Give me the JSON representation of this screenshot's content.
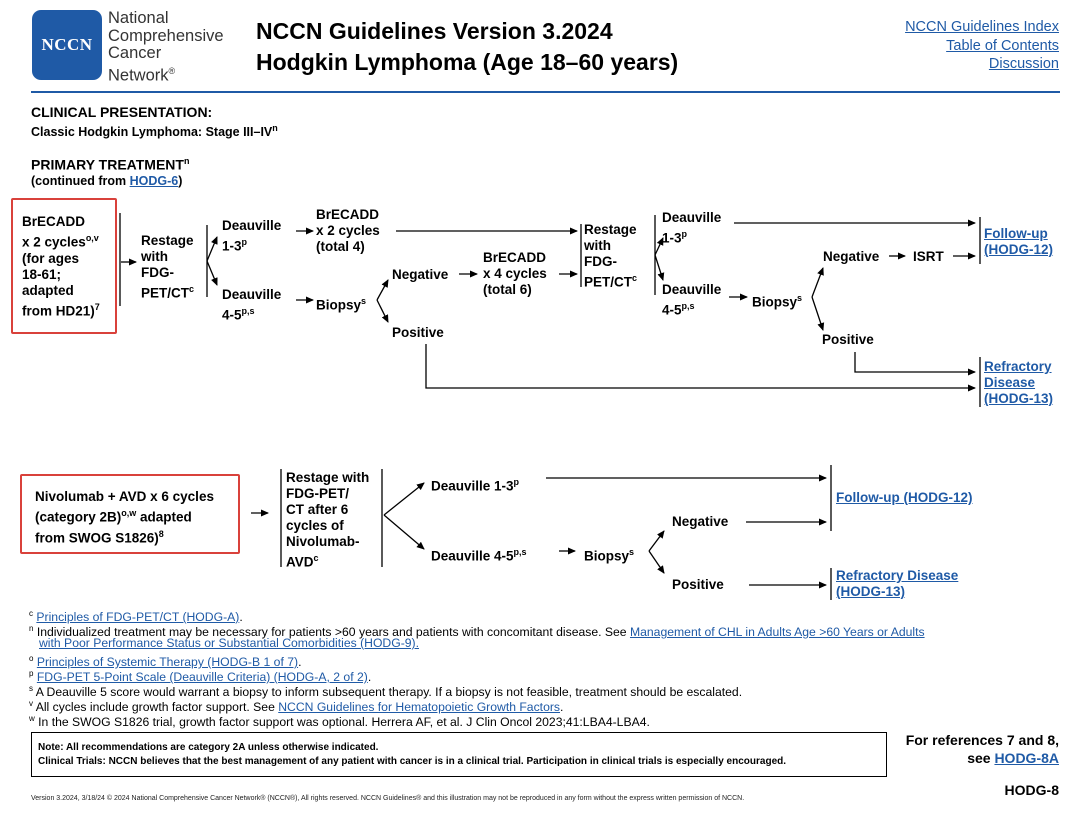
{
  "header": {
    "logo_text": "NCCN",
    "org_name_lines": [
      "National",
      "Comprehensive",
      "Cancer",
      "Network"
    ],
    "registered_mark": "®",
    "title_line1": "NCCN Guidelines Version 3.2024",
    "title_line2": "Hodgkin Lymphoma (Age 18–60 years)",
    "links": [
      "NCCN Guidelines Index",
      "Table of Contents",
      "Discussion"
    ]
  },
  "clinical_presentation": {
    "heading": "CLINICAL PRESENTATION:",
    "subheading": "Classic Hodgkin Lymphoma: Stage III–IV",
    "subheading_sup": "n"
  },
  "primary_treatment": {
    "heading": "PRIMARY TREATMENT",
    "heading_sup": "n",
    "continued_prefix": "(continued from ",
    "continued_link": "HODG-6",
    "continued_suffix": ")"
  },
  "flow1": {
    "start": {
      "lines": [
        "BrECADD",
        "x 2 cycles",
        "(for ages",
        "18-61;",
        "adapted",
        "from HD21)"
      ],
      "sup_line2": "o,v",
      "sup_line6": "7"
    },
    "restage1": {
      "lines": [
        "Restage",
        "with",
        "FDG-",
        "PET/CT"
      ],
      "sup": "c"
    },
    "deauville_13": {
      "line1": "Deauville",
      "line2": "1-3",
      "sup": "p"
    },
    "deauville_45": {
      "line1": "Deauville",
      "line2": "4-5",
      "sup": "p,s"
    },
    "brecadd_x2": [
      "BrECADD",
      "x 2 cycles",
      "(total 4)"
    ],
    "biopsy": {
      "label": "Biopsy",
      "sup": "s"
    },
    "negative": "Negative",
    "positive": "Positive",
    "brecadd_x4": [
      "BrECADD",
      "x 4 cycles",
      "(total 6)"
    ],
    "restage2": {
      "lines": [
        "Restage",
        "with",
        "FDG-",
        "PET/CT"
      ],
      "sup": "c"
    },
    "deauville_13b": {
      "line1": "Deauville",
      "line2": "1-3",
      "sup": "p"
    },
    "deauville_45b": {
      "line1": "Deauville",
      "line2": "4-5",
      "sup": "p,s"
    },
    "biopsy2": {
      "label": "Biopsy",
      "sup": "s"
    },
    "negative2": "Negative",
    "positive2": "Positive",
    "isrt": "ISRT",
    "followup": {
      "line1": "Follow-up",
      "line2": "(HODG-12)"
    },
    "refractory": {
      "line1": "Refractory",
      "line2": "Disease",
      "line3": "(HODG-13)"
    }
  },
  "flow2": {
    "start": {
      "line1": "Nivolumab + AVD x 6 cycles",
      "line2": "(category 2B)",
      "sup2": "o,w",
      "line2b": " adapted",
      "line3": "from SWOG S1826)",
      "sup3": "8"
    },
    "restage": {
      "lines": [
        "Restage with",
        "FDG-PET/",
        "CT after 6",
        "cycles of",
        "Nivolumab-",
        "AVD"
      ],
      "sup": "c"
    },
    "deauville_13": {
      "label": "Deauville 1-3",
      "sup": "p"
    },
    "deauville_45": {
      "label": "Deauville 4-5",
      "sup": "p,s"
    },
    "biopsy": {
      "label": "Biopsy",
      "sup": "s"
    },
    "negative": "Negative",
    "positive": "Positive",
    "followup": "Follow-up (HODG-12)",
    "refractory": {
      "line1": "Refractory Disease ",
      "line2": "(HODG-13)"
    }
  },
  "footnotes": [
    {
      "sup": "c",
      "pre": "",
      "link": "Principles of FDG-PET/CT (HODG-A)",
      "post": "."
    },
    {
      "sup": "n",
      "pre": "Individualized treatment may be necessary for patients >60 years and patients with concomitant disease. See ",
      "link": "Management of CHL in Adults Age >60 Years or Adults ",
      "post": ""
    },
    {
      "sup": "",
      "pre": "",
      "link": "with Poor Performance Status or Substantial Comorbidities (HODG-9).",
      "post": ""
    },
    {
      "sup": "o",
      "pre": "",
      "link": "Principles of Systemic Therapy (HODG-B 1 of 7)",
      "post": "."
    },
    {
      "sup": "p",
      "pre": "",
      "link": "FDG-PET 5-Point Scale (Deauville Criteria) (HODG-A, 2 of 2)",
      "post": "."
    },
    {
      "sup": "s",
      "pre": "A Deauville 5 score would warrant a biopsy to inform subsequent therapy. If a biopsy is not feasible, treatment should be escalated.",
      "link": "",
      "post": ""
    },
    {
      "sup": "v",
      "pre": "All cycles include growth factor support. See ",
      "link": "NCCN Guidelines for Hematopoietic Growth Factors",
      "post": "."
    },
    {
      "sup": "w",
      "pre": "In the SWOG S1826 trial, growth factor support was optional. Herrera AF, et al. J Clin Oncol 2023;41:LBA4-LBA4.",
      "link": "",
      "post": ""
    }
  ],
  "note": {
    "line1": "Note: All recommendations are category 2A unless otherwise indicated.",
    "line2": "Clinical Trials: NCCN believes that the best management of any patient with cancer is in a clinical trial. Participation in clinical trials is especially encouraged."
  },
  "references": {
    "line1": "For references 7 and 8,",
    "line2_pre": "see ",
    "line2_link": "HODG-8A"
  },
  "page_id": "HODG-8",
  "copyright": "Version 3.2024, 3/18/24 © 2024 National Comprehensive Cancer Network® (NCCN®), All rights reserved. NCCN Guidelines® and this illustration may not be reproduced in any form without the express written permission of NCCN."
}
